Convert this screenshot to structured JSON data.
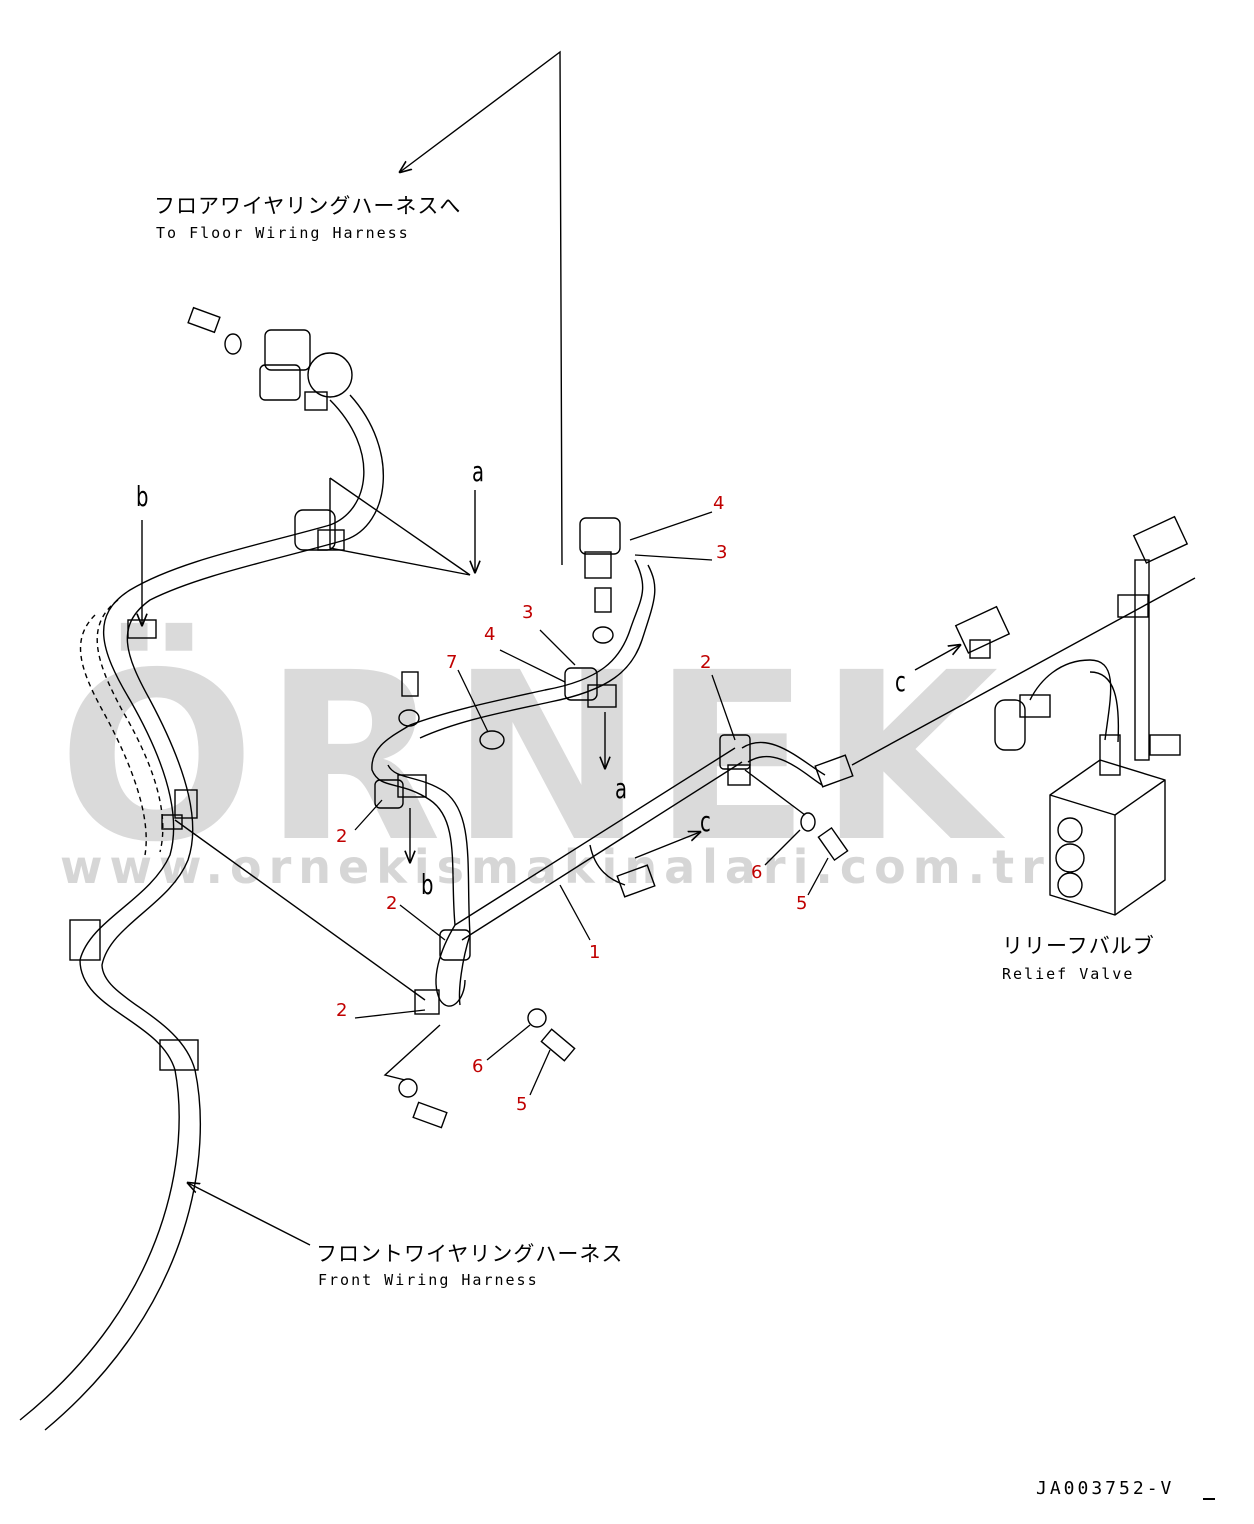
{
  "watermark": {
    "brand": "ÖRNEK",
    "url": "www.ornekismakinalari.com.tr"
  },
  "labels": {
    "floor_harness_jp": "フロアワイヤリングハーネスへ",
    "floor_harness_en": "To Floor Wiring Harness",
    "front_harness_jp": "フロントワイヤリングハーネス",
    "front_harness_en": "Front Wiring Harness",
    "relief_valve_jp": "リリーフバルブ",
    "relief_valve_en": "Relief Valve"
  },
  "view_marks": {
    "a_top": "a",
    "a_bottom": "a",
    "b_left": "b",
    "b_center": "b",
    "c_right": "c",
    "c_center": "c"
  },
  "callouts": [
    "4",
    "3",
    "3",
    "4",
    "7",
    "2",
    "2",
    "2",
    "2",
    "1",
    "6",
    "5",
    "6",
    "5"
  ],
  "drawing_number": "JA003752-V",
  "colors": {
    "callout": "#c00000",
    "line": "#000000",
    "watermark": "#cccccc"
  }
}
